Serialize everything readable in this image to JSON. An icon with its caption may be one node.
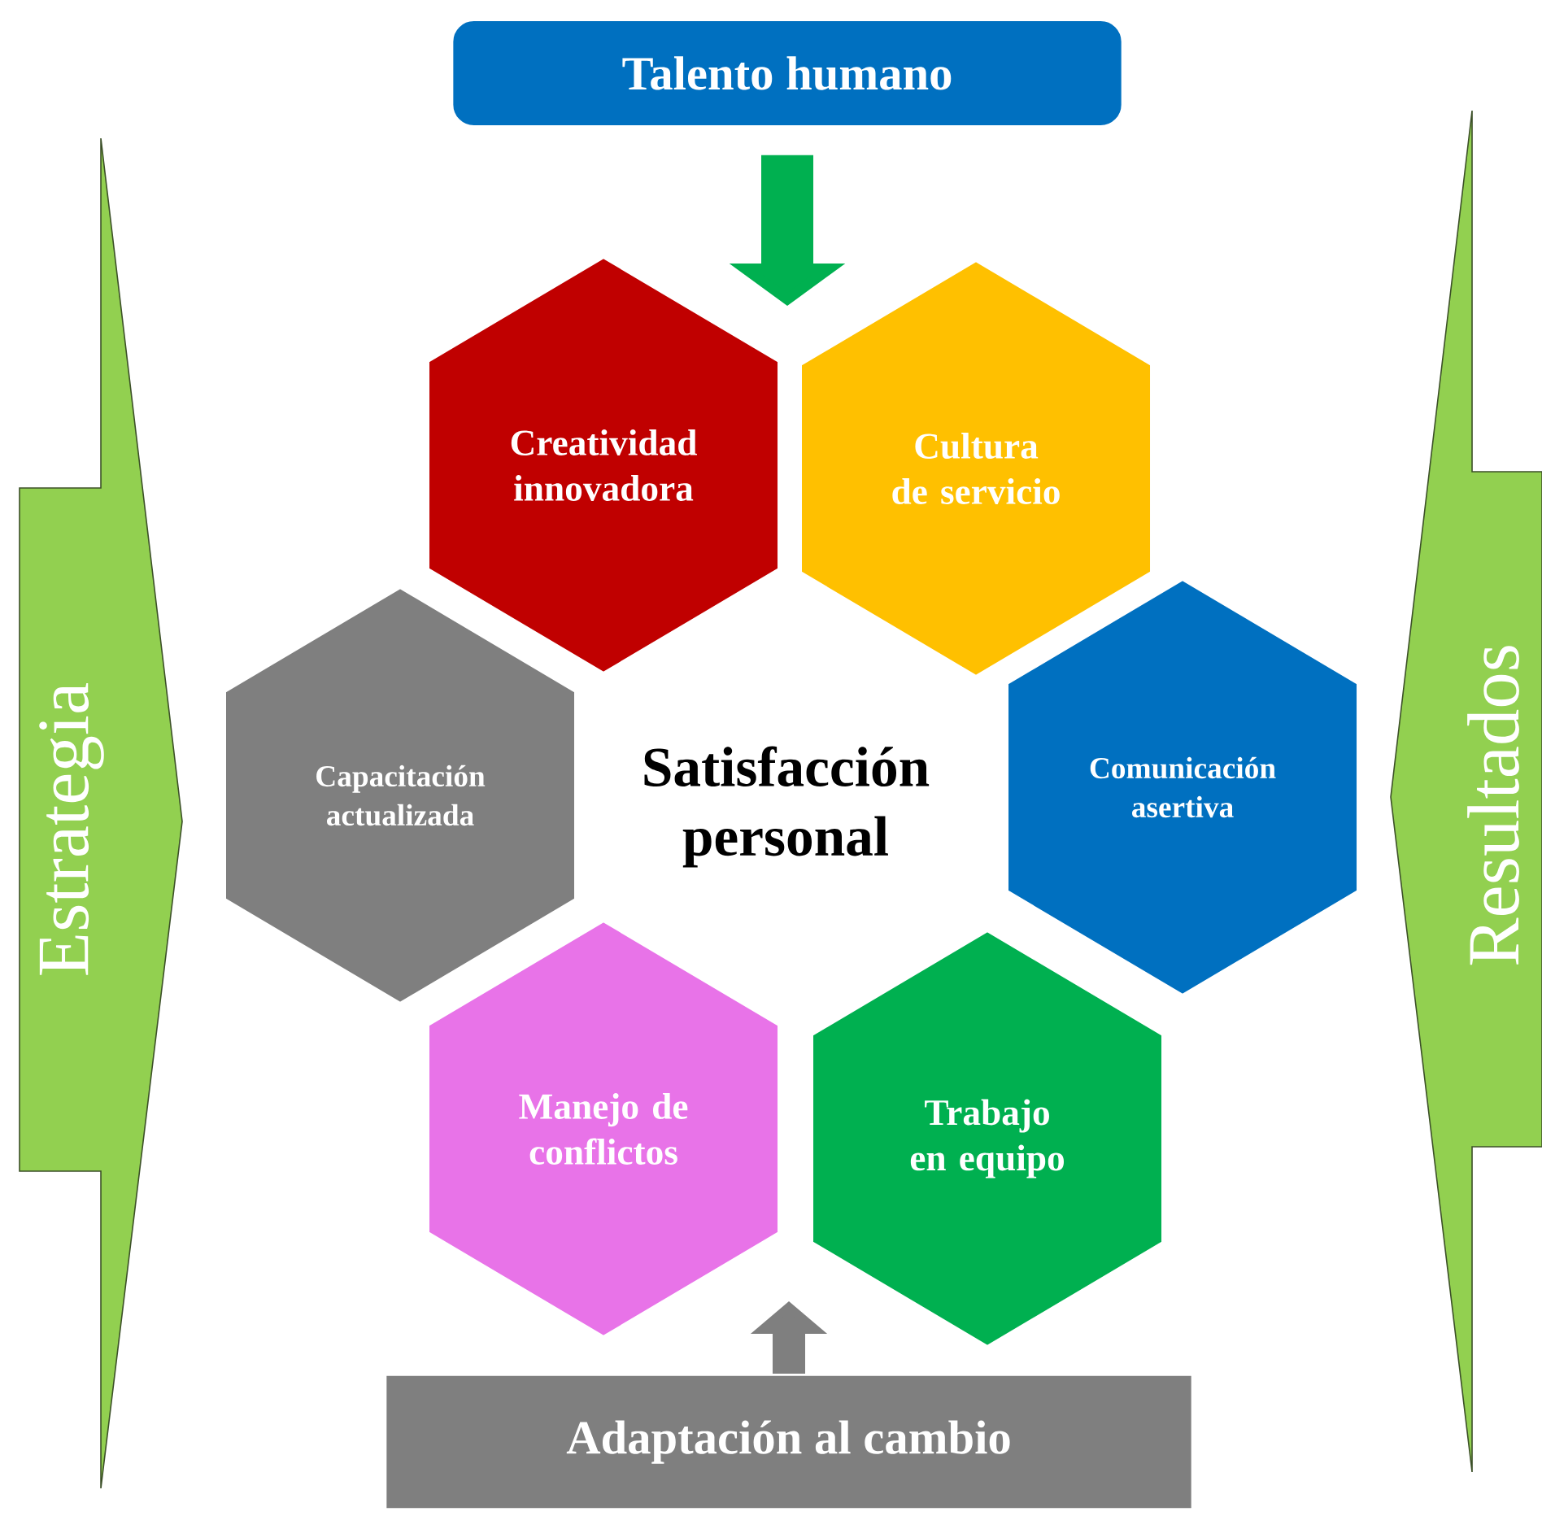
{
  "diagram": {
    "nodes": [
      {
        "text": [
          "Talento humano"
        ]
      },
      {
        "text": [
          "Estrategia"
        ]
      },
      {
        "text": [
          "Resultados"
        ]
      },
      {
        "text": [
          "Creatividad innovadora"
        ]
      },
      {
        "text": [
          "Cultura de servicio"
        ]
      },
      {
        "text": [
          "Capacitación actualizada"
        ]
      },
      {
        "text": [
          "Comunicación asertiva"
        ]
      },
      {
        "text": [
          "Manejo de conflictos"
        ]
      },
      {
        "text": [
          "Trabajo en equipo"
        ]
      },
      {
        "text": [
          "Adaptación al cambio"
        ]
      }
    ],
    "edges": [
      {
        "from": 0,
        "to": null,
        "arrow": "to",
        "color": "#00b050"
      },
      {
        "from": 9,
        "to": null,
        "arrow": "to",
        "color": "#7f7f7f"
      }
    ],
    "labels": [
      "Satisfacción personal"
    ]
  }
}
